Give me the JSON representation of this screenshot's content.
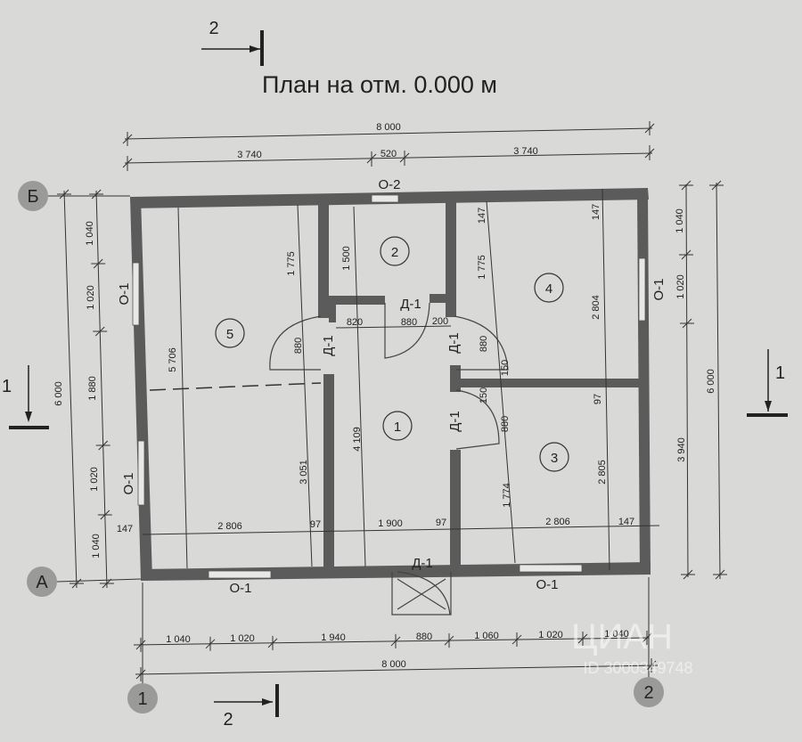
{
  "title": "План на отм. 0.000 м",
  "section_marks": {
    "top": "2",
    "bottom": "2",
    "left": "1",
    "right": "1"
  },
  "axes": {
    "b": "Б",
    "a": "А",
    "one": "1",
    "two": "2"
  },
  "dims": {
    "top_total": "8 000",
    "top_left": "3 740",
    "top_mid": "520",
    "top_right": "3 740",
    "bottom_segments": [
      "1 040",
      "1 020",
      "1 940",
      "880",
      "1 060",
      "1 020",
      "1 040"
    ],
    "bottom_total": "8 000",
    "left_total": "6 000",
    "left_segments": [
      "1 040",
      "1 020",
      "1 880",
      "1 020",
      "1 040"
    ],
    "right_upper_segments": [
      "1 040",
      "1 020"
    ],
    "right_lower": "3 940",
    "right_total": "6 000",
    "inner_147_tl": "147",
    "inner_147_tr": "147",
    "inner_147_bl": "147",
    "inner_147_br": "147",
    "room5_top": "1 775",
    "room5_full": "5 706",
    "room5_bottom": "3 051",
    "room2_height": "1 500",
    "room4_h": "1 775",
    "room4_full": "2 804",
    "corridor_h": "4 109",
    "d820": "820",
    "d880a": "880",
    "d200": "200",
    "d880_left": "880",
    "d880_right": "880",
    "d150a": "150",
    "d150b": "150",
    "d97_right": "97",
    "d880_lower": "880",
    "room3_h": "1 774",
    "room3_full": "2 805",
    "row_2806_left": "2 806",
    "row_97_left": "97",
    "row_1900": "1 900",
    "row_97_right": "97",
    "row_2806_right": "2 806"
  },
  "rooms": [
    "1",
    "2",
    "3",
    "4",
    "5"
  ],
  "labels": {
    "o2_top": "О-2",
    "o1_left_upper": "О-1",
    "o1_left_lower": "О-1",
    "o1_right": "О-1",
    "o1_bottom_left": "О-1",
    "o1_bottom_right": "О-1",
    "d1_room2": "Д-1",
    "d1_left": "Д-1",
    "d1_mid": "Д-1",
    "d1_right": "Д-1",
    "d1_entry": "Д-1"
  },
  "watermark": {
    "brand": "ЦИАН",
    "id": "ID 3000349748"
  }
}
